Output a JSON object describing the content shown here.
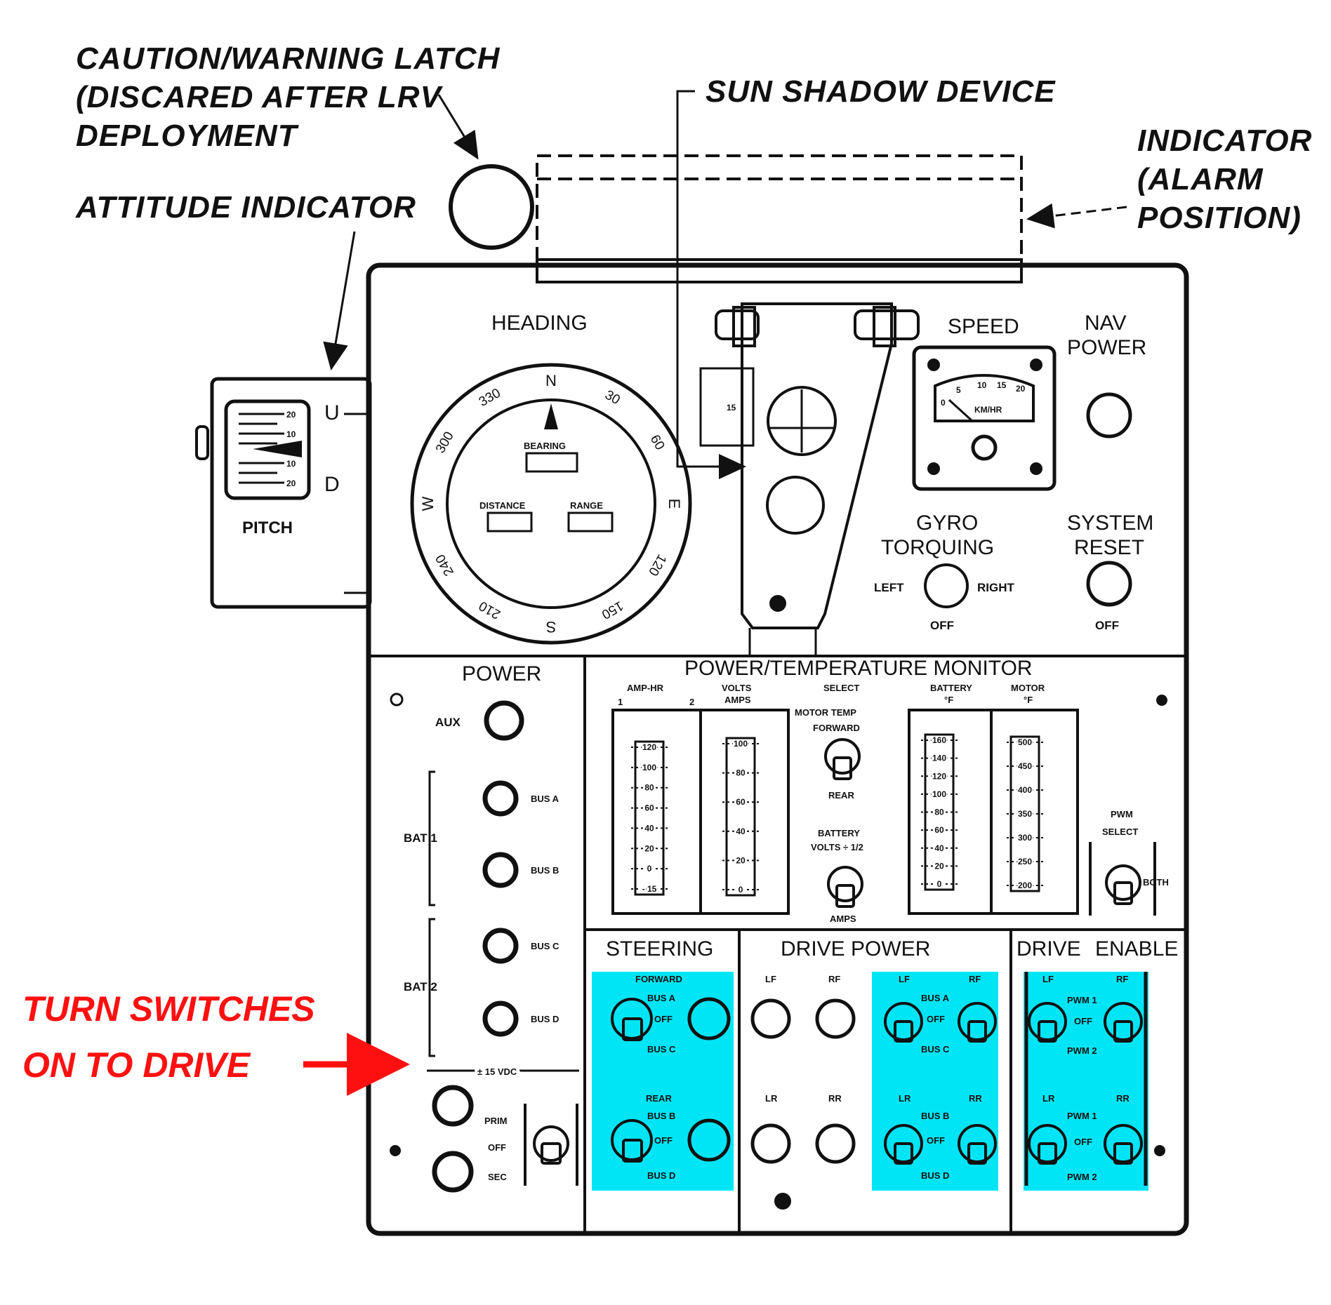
{
  "callouts": {
    "caution_latch": [
      "CAUTION/WARNING LATCH",
      "(DISCARED AFTER LRV",
      "DEPLOYMENT"
    ],
    "attitude_indicator": "ATTITUDE INDICATOR",
    "sun_shadow": "SUN SHADOW DEVICE",
    "indicator_alarm": [
      "INDICATOR",
      "(ALARM",
      "POSITION)"
    ]
  },
  "instruction": [
    "TURN SWITCHES",
    "ON TO DRIVE"
  ],
  "colors": {
    "highlight": "#00e5f5",
    "instruction": "#ff1010",
    "ink": "#111111"
  },
  "pitch": {
    "title": "PITCH",
    "up": "U",
    "down": "D",
    "ticks": [
      "20",
      "10",
      "10",
      "20"
    ]
  },
  "heading": {
    "title": "HEADING",
    "compass": [
      "N",
      "30",
      "60",
      "E",
      "120",
      "150",
      "S",
      "210",
      "240",
      "W",
      "300",
      "330"
    ],
    "bearing": "BEARING",
    "distance": "DISTANCE",
    "range": "RANGE"
  },
  "speed": {
    "title": "SPEED",
    "scale": [
      "0",
      "5",
      "10",
      "15",
      "20"
    ],
    "unit": "KM/HR"
  },
  "nav_power": [
    "NAV",
    "POWER"
  ],
  "gyro": {
    "title": [
      "GYRO",
      "TORQUING"
    ],
    "left": "LEFT",
    "right": "RIGHT",
    "off": "OFF"
  },
  "system_reset": {
    "title": [
      "SYSTEM",
      "RESET"
    ],
    "off": "OFF"
  },
  "power": {
    "title": "POWER",
    "aux": "AUX",
    "bat1": "BAT 1",
    "bat2": "BAT 2",
    "buses": [
      "BUS A",
      "BUS B",
      "BUS C",
      "BUS D"
    ],
    "vdc": "± 15 VDC",
    "switch": [
      "PRIM",
      "OFF",
      "SEC"
    ]
  },
  "monitor": {
    "title": "POWER/TEMPERATURE MONITOR",
    "amp_hr": "AMP-HR",
    "volts_amps": [
      "VOLTS",
      "AMPS"
    ],
    "select": "SELECT",
    "motor_temp": [
      "MOTOR TEMP",
      "FORWARD"
    ],
    "rear": "REAR",
    "battery_volts": [
      "BATTERY",
      "VOLTS ÷ 1/2"
    ],
    "amps": "AMPS",
    "battery": "BATTERY",
    "motor": "MOTOR",
    "deg": "°F",
    "ch": [
      "1",
      "2"
    ],
    "pwm": [
      "PWM",
      "SELECT"
    ],
    "both": "BOTH",
    "scale_amphr": [
      "120",
      "100",
      "80",
      "60",
      "40",
      "20",
      "0",
      "- 15"
    ],
    "scale_volts": [
      "100",
      "80",
      "60",
      "40",
      "20",
      "0"
    ],
    "scale_battery": [
      "160",
      "140",
      "120",
      "100",
      "80",
      "60",
      "40",
      "20",
      "0"
    ],
    "scale_motor": [
      "500",
      "450",
      "400",
      "350",
      "300",
      "250",
      "200"
    ]
  },
  "steering": {
    "title": "STEERING",
    "forward": "FORWARD",
    "rear": "REAR",
    "bus_a": "BUS A",
    "bus_c": "BUS C",
    "bus_b": "BUS B",
    "bus_d": "BUS D",
    "off": "OFF"
  },
  "drive_power": {
    "title": "DRIVE POWER",
    "lf": "LF",
    "rf": "RF",
    "lr": "LR",
    "rr": "RR",
    "bus_a": "BUS A",
    "bus_c": "BUS C",
    "bus_b": "BUS B",
    "bus_d": "BUS D",
    "off": "OFF"
  },
  "drive_enable": {
    "title": [
      "DRIVE",
      "ENABLE"
    ],
    "lf": "LF",
    "rf": "RF",
    "lr": "LR",
    "rr": "RR",
    "pwm1": "PWM 1",
    "pwm2": "PWM 2",
    "off": "OFF"
  }
}
